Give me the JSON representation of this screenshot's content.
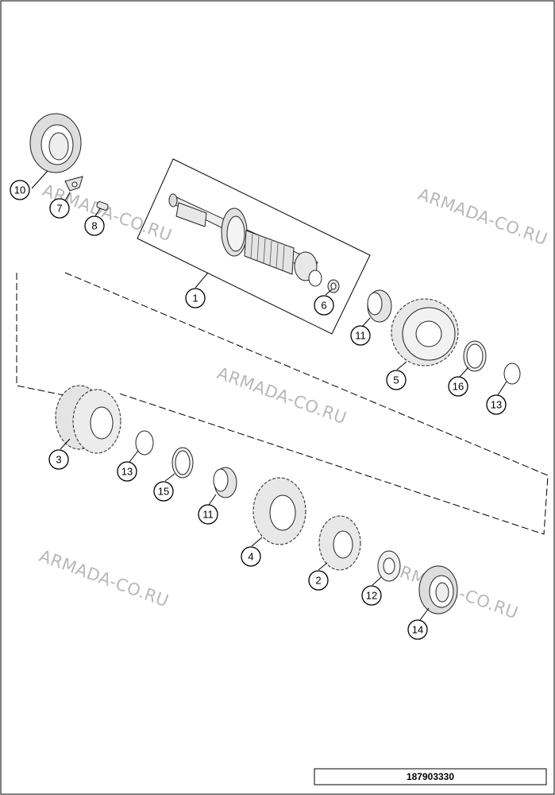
{
  "watermark": "ARMADA-CO.RU",
  "reference_number": "187903330",
  "callouts": [
    "1",
    "2",
    "3",
    "4",
    "5",
    "6",
    "7",
    "8",
    "10",
    "11",
    "12",
    "13",
    "14",
    "15",
    "16"
  ]
}
